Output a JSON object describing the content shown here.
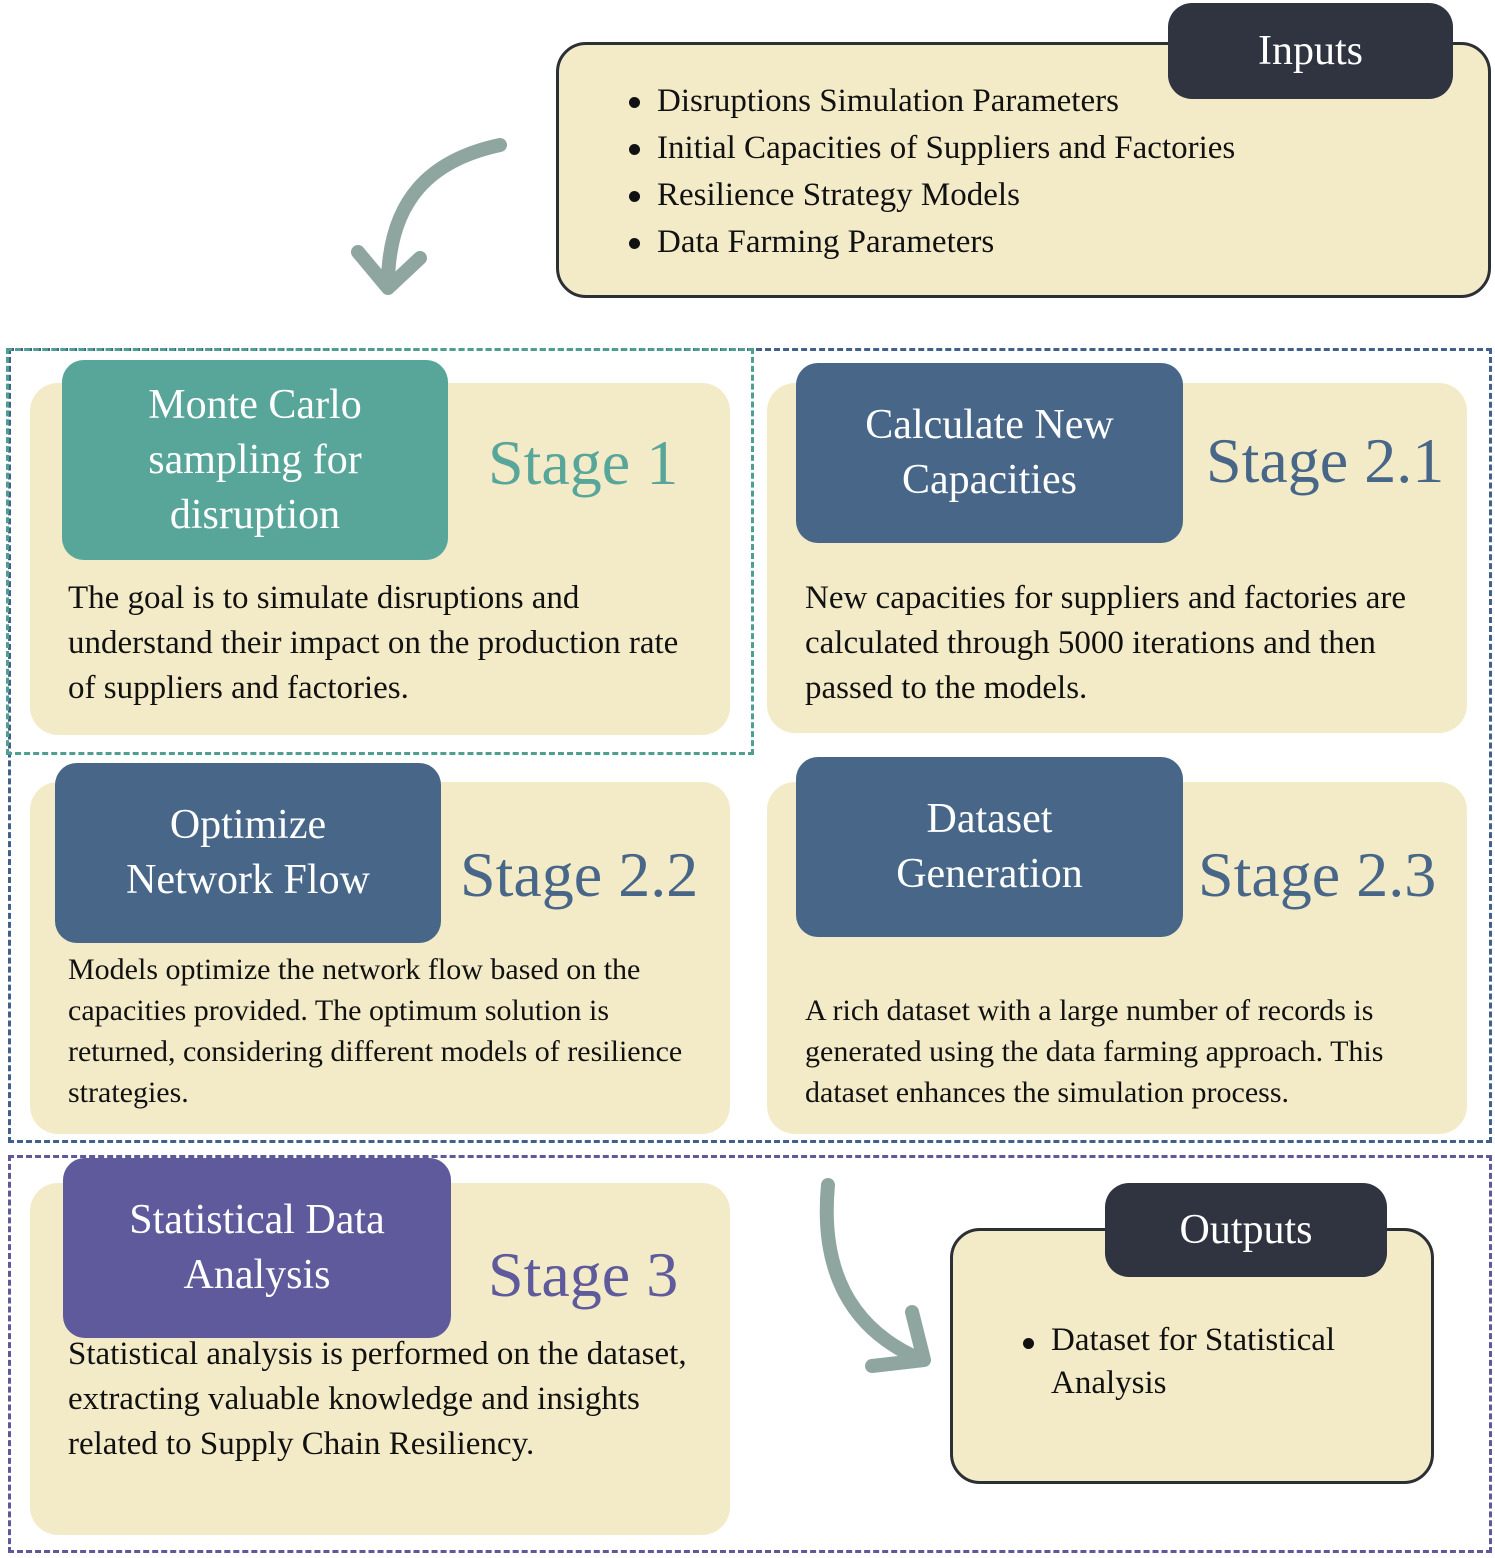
{
  "inputs": {
    "tab_label": "Inputs",
    "items": [
      "Disruptions Simulation Parameters",
      "Initial Capacities of Suppliers and Factories",
      "Resilience Strategy Models",
      "Data Farming Parameters"
    ]
  },
  "stages": {
    "s1": {
      "heading_lines": [
        "Monte Carlo",
        "sampling for",
        "disruption"
      ],
      "stage_label": "Stage 1",
      "description": "The goal is to simulate disruptions and understand their impact on the production rate of suppliers and factories."
    },
    "s21": {
      "heading_lines": [
        "Calculate New",
        "Capacities"
      ],
      "stage_label": "Stage 2.1",
      "description": "New capacities for suppliers and factories are calculated through 5000 iterations and then passed to the models."
    },
    "s22": {
      "heading_lines": [
        "Optimize",
        "Network Flow"
      ],
      "stage_label": "Stage 2.2",
      "description": "Models optimize the network flow based on the capacities provided. The optimum solution is returned, considering different models of resilience strategies."
    },
    "s23": {
      "heading_lines": [
        "Dataset",
        "Generation"
      ],
      "stage_label": "Stage 2.3",
      "description": "A rich dataset with a large number of records is generated using the data farming approach. This dataset enhances the simulation process."
    },
    "s3": {
      "heading_lines": [
        "Statistical Data",
        "Analysis"
      ],
      "stage_label": "Stage 3",
      "description": "Statistical analysis is performed on the dataset, extracting valuable knowledge and insights related to Supply Chain Resiliency."
    }
  },
  "outputs": {
    "tab_label": "Outputs",
    "items": [
      "Dataset for Statistical Analysis"
    ]
  },
  "colors": {
    "card_fill": "#f3ebc8",
    "dark_tab": "#2f3440",
    "teal": "#58a59a",
    "slate_blue": "#476688",
    "violet": "#5e5a9c",
    "arrow": "#8fa6a0"
  }
}
